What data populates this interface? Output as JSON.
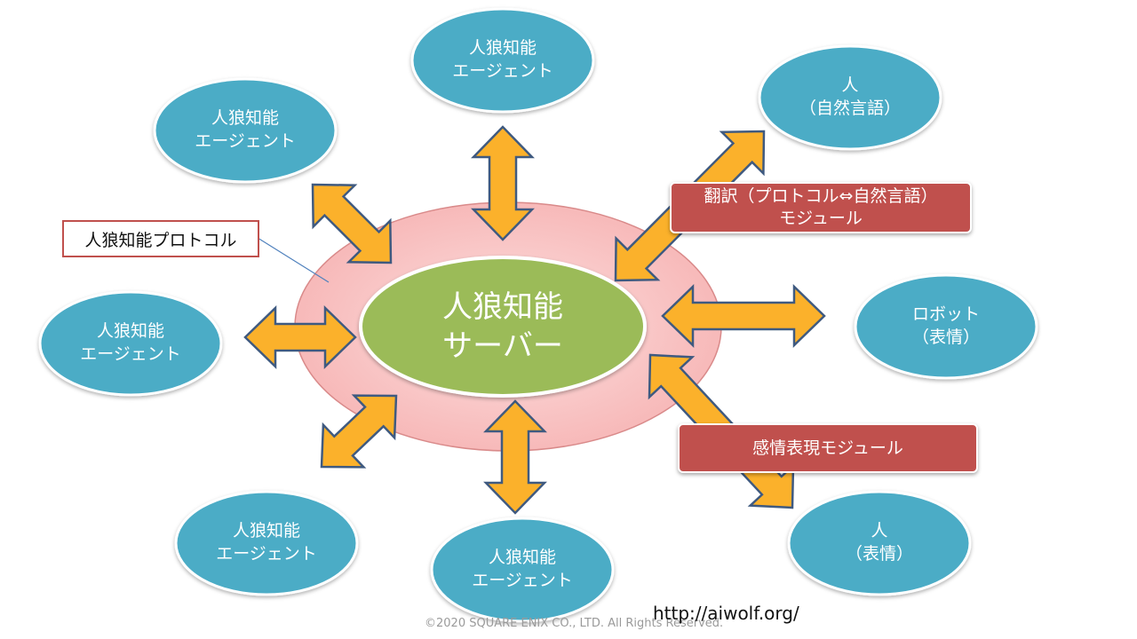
{
  "diagram": {
    "center": {
      "line1": "人狼知能",
      "line2": "サーバー"
    },
    "protocol_label": "人狼知能プロトコル",
    "agents": [
      {
        "line1": "人狼知能",
        "line2": "エージェント"
      },
      {
        "line1": "人狼知能",
        "line2": "エージェント"
      },
      {
        "line1": "人狼知能",
        "line2": "エージェント"
      },
      {
        "line1": "人狼知能",
        "line2": "エージェント"
      },
      {
        "line1": "人狼知能",
        "line2": "エージェント"
      }
    ],
    "nodes": {
      "human_language": {
        "line1": "人",
        "line2": "（自然言語）"
      },
      "robot": {
        "line1": "ロボット",
        "line2": "（表情）"
      },
      "human_expression": {
        "line1": "人",
        "line2": "（表情）"
      }
    },
    "modules": {
      "translation": {
        "line1": "翻訳（プロトコル⇔自然言語）",
        "line2": "モジュール"
      },
      "emotion": {
        "line1": "感情表現モジュール"
      }
    },
    "colors": {
      "agent_fill": "#4bacc6",
      "center_fill": "#9bbb59",
      "protocol_ring": "#f9c3c3",
      "arrow_fill": "#fbb12b",
      "arrow_stroke": "#3f5a80",
      "module_fill": "#c0504d"
    }
  },
  "footer": {
    "url": "http://aiwolf.org/",
    "copyright": "©2020 SQUARE ENIX CO., LTD. All Rights Reserved."
  }
}
